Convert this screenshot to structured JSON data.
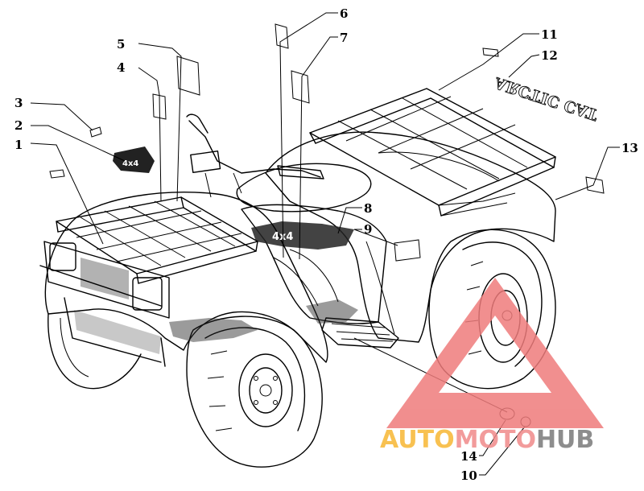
{
  "diagram": {
    "callouts": {
      "c1": "1",
      "c2": "2",
      "c3": "3",
      "c4": "4",
      "c5": "5",
      "c6": "6",
      "c7": "7",
      "c8": "8",
      "c9": "9",
      "c10": "10",
      "c11": "11",
      "c12": "12",
      "c13": "13",
      "c14": "14"
    },
    "decals": {
      "side_model_text": "4x4",
      "rear_fender_text": "ARCTIC CAT"
    }
  },
  "watermark": {
    "part1": "AUTO",
    "part2": "MOTO",
    "part3": "HUB",
    "colors": {
      "triangle": "#ef7b7b",
      "auto": "#f7b733",
      "moto": "#f08a8a",
      "hub": "#7a7a7a"
    }
  }
}
